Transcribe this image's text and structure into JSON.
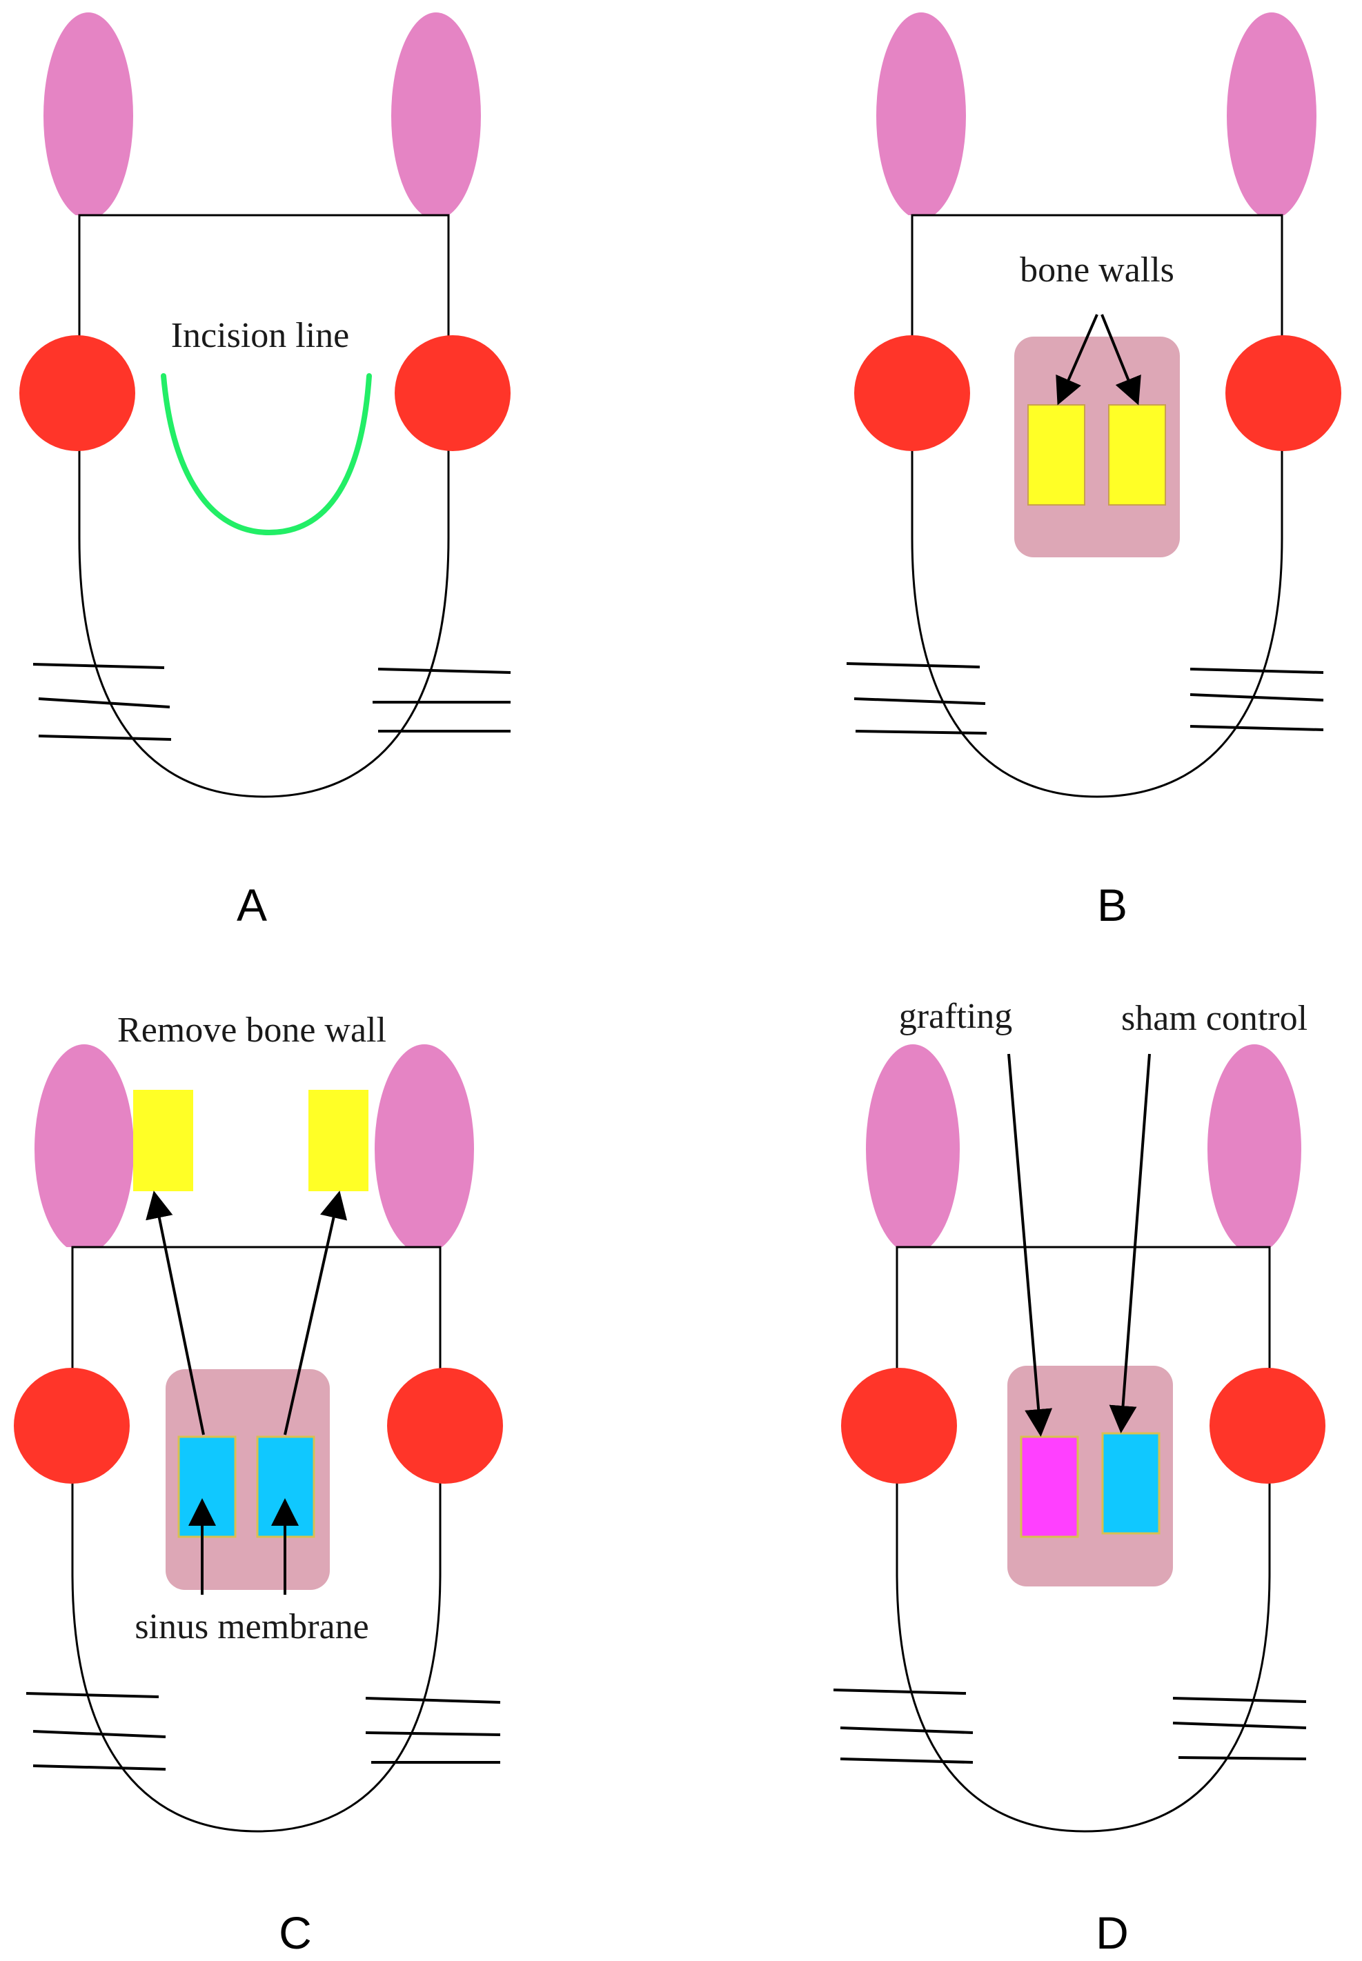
{
  "colors": {
    "ear": "#e584c4",
    "eye": "#ff3529",
    "incision": "#22ee66",
    "operative_field": "#dda7b6",
    "bone_wall": "#ffff26",
    "sinus_membrane": "#10c8ff",
    "graft": "#ff40ff",
    "outline": "#000000"
  },
  "panels": [
    {
      "label": "A",
      "annotations": [
        "Incision line"
      ]
    },
    {
      "label": "B",
      "annotations": [
        "bone walls"
      ]
    },
    {
      "label": "C",
      "annotations": [
        "Remove bone wall",
        "sinus membrane"
      ]
    },
    {
      "label": "D",
      "annotations": [
        "grafting",
        "sham control"
      ]
    }
  ]
}
